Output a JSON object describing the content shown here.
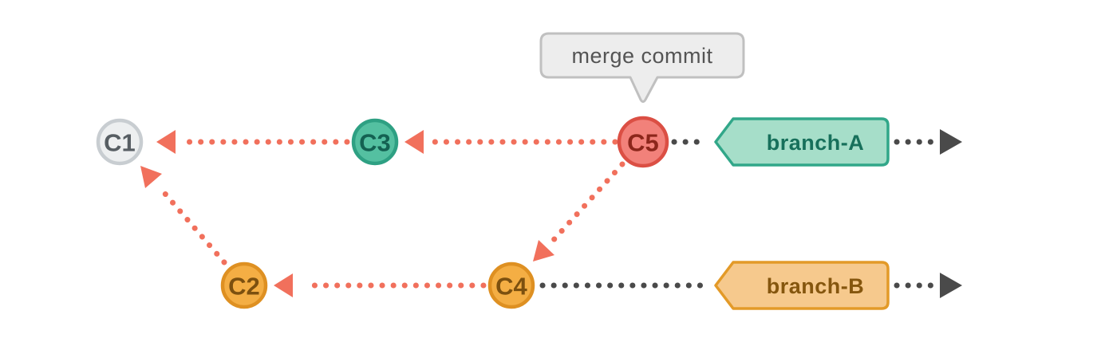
{
  "diagram": {
    "callout": {
      "label": "merge commit",
      "points_to": "C5"
    },
    "commits": {
      "c1": {
        "label": "C1",
        "row": "top",
        "theme": "gray"
      },
      "c2": {
        "label": "C2",
        "row": "bottom",
        "theme": "orange"
      },
      "c3": {
        "label": "C3",
        "row": "top",
        "theme": "teal"
      },
      "c4": {
        "label": "C4",
        "row": "bottom",
        "theme": "orange"
      },
      "c5": {
        "label": "C5",
        "row": "top",
        "theme": "red"
      }
    },
    "branches": {
      "a": {
        "label": "branch-A",
        "theme": "teal",
        "head": "C5"
      },
      "b": {
        "label": "branch-B",
        "theme": "orange",
        "head": "C4"
      }
    },
    "edges": [
      {
        "from": "C3",
        "to": "C1",
        "kind": "parent-pointer"
      },
      {
        "from": "C5",
        "to": "C3",
        "kind": "parent-pointer"
      },
      {
        "from": "C5",
        "to": "C4",
        "kind": "parent-pointer"
      },
      {
        "from": "C4",
        "to": "C2",
        "kind": "parent-pointer"
      },
      {
        "from": "C2",
        "to": "C1",
        "kind": "parent-pointer"
      },
      {
        "from": "branch-A",
        "to": "C5",
        "kind": "branch-timeline"
      },
      {
        "from": "branch-B",
        "to": "C4",
        "kind": "branch-timeline"
      }
    ],
    "colors": {
      "red_arrow": "#F1705C",
      "track": "#4A4A4A",
      "gray_fill": "#EDEFF0",
      "gray_border": "#C8CDD1",
      "gray_text": "#575E63",
      "teal_fill": "#54C0A1",
      "teal_border": "#2EA083",
      "teal_text": "#146152",
      "teal_tag_fill": "#A6DEC9",
      "teal_tag_border": "#31A789",
      "teal_tag_text": "#17705B",
      "orange_fill": "#F4AE44",
      "orange_border": "#DE9022",
      "orange_text": "#7C500F",
      "orange_tag_fill": "#F6C98D",
      "orange_tag_border": "#E39A28",
      "orange_tag_text": "#85560E",
      "red_fill": "#F2817A",
      "red_border": "#DB4F44",
      "red_text": "#8C261B",
      "callout_fill": "#EDEDED",
      "callout_border": "#C0C0C0",
      "callout_text": "#545454"
    }
  }
}
